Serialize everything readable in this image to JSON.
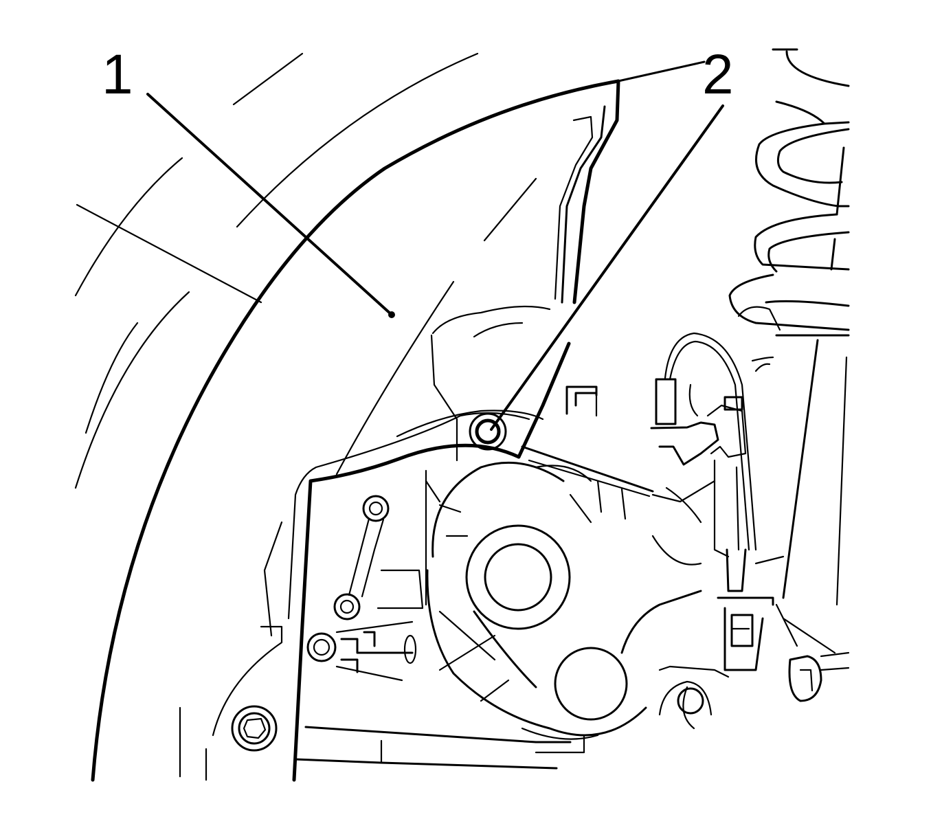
{
  "figure": {
    "type": "technical-line-drawing",
    "subject": "vehicle wheel arch / inner fender area with component, spring and fastener",
    "background_color": "#ffffff",
    "line_color": "#000000"
  },
  "callouts": [
    {
      "id": "1",
      "label": "1",
      "points_to": "inner wheelhouse liner panel"
    },
    {
      "id": "2",
      "label": "2",
      "points_to": "fastener bolt"
    }
  ]
}
